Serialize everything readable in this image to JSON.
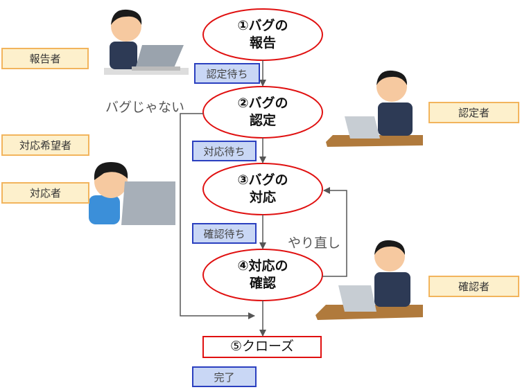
{
  "steps": [
    {
      "line1": "①バグの",
      "line2": "報告"
    },
    {
      "line1": "②バグの",
      "line2": "認定"
    },
    {
      "line1": "③バグの",
      "line2": "対応"
    },
    {
      "line1": "④対応の",
      "line2": "確認"
    },
    {
      "line1": "⑤クローズ"
    }
  ],
  "statuses": [
    "認定待ち",
    "対応待ち",
    "確認待ち",
    "完了"
  ],
  "roles": [
    "報告者",
    "対応希望者",
    "対応者",
    "認定者",
    "確認者"
  ],
  "notes": {
    "reject": "バグじゃない",
    "redo": "やり直し"
  },
  "colors": {
    "step_border": "#e01010",
    "status_fill": "#c9d7f5",
    "status_border": "#2a3fbf",
    "role_fill": "#fdf0cc",
    "role_border": "#f2b45c"
  }
}
